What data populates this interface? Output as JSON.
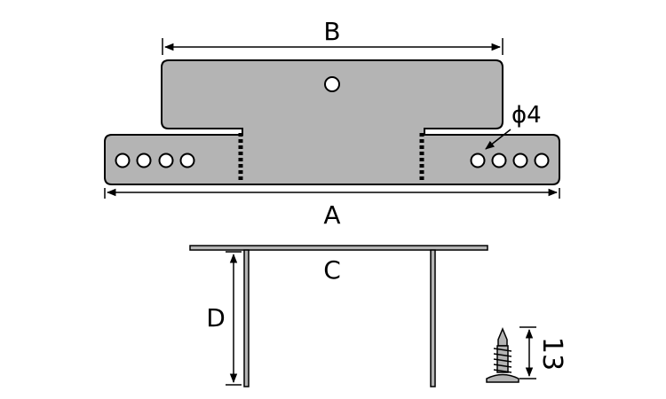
{
  "diagram": {
    "label_a": "A",
    "label_b": "B",
    "label_c": "C",
    "label_d": "D",
    "hole_diameter": "ϕ4",
    "screw_length": "13",
    "colors": {
      "plate_fill": "#b4b4b4",
      "stroke": "#000000",
      "background": "#ffffff"
    }
  }
}
